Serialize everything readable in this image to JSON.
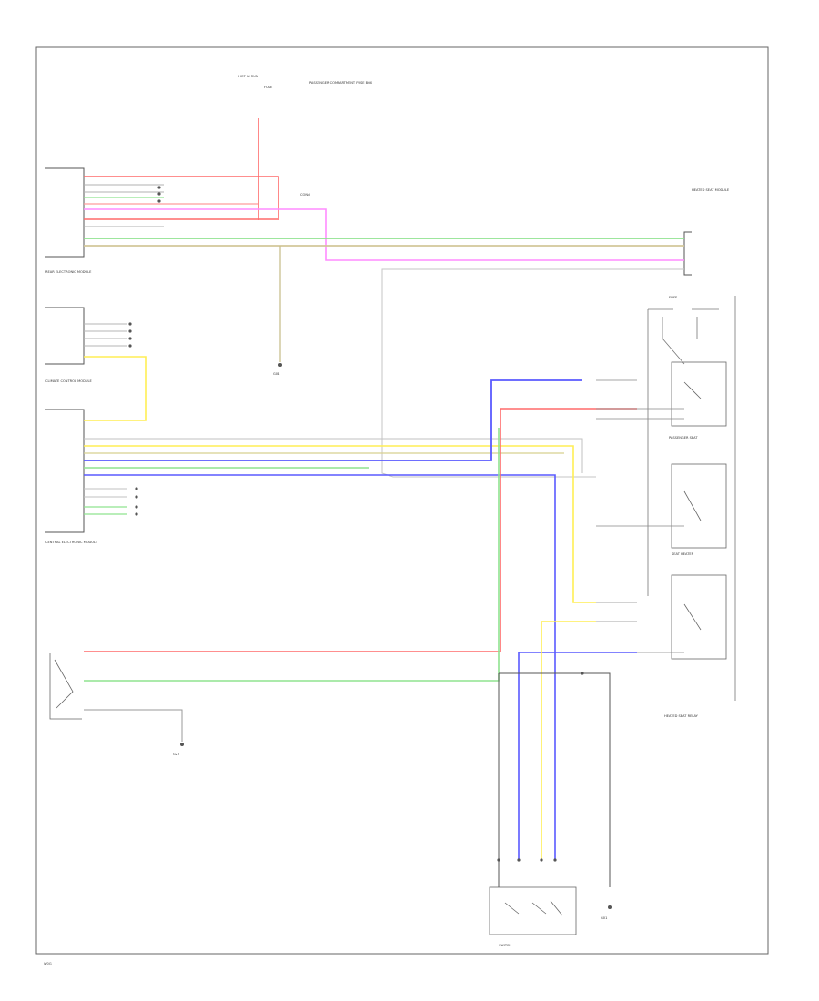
{
  "colors": {
    "red": "#ff6a6a",
    "green": "#8fe38f",
    "pink": "#ff8cff",
    "yellow": "#ffee55",
    "blue": "#5a5aff",
    "tan": "#d2c79a",
    "gray": "#b9b9b9",
    "dark": "#555555"
  },
  "labels": {
    "top_power": "HOT IN RUN",
    "top_fuse": "FUSE",
    "top_fuse_box": "PASSENGER COMPARTMENT FUSE BOX",
    "top_connector": "CONN",
    "mid_fuse": "FUSE",
    "cem": "CENTRAL ELECTRONIC MODULE",
    "rear_module": "REAR ELECTRONIC MODULE",
    "ccm": "CLIMATE CONTROL MODULE",
    "ground1": "G04",
    "ground2": "G27",
    "ground3": "G01",
    "right_top": "HEATED SEAT MODULE",
    "right_mid1": "PASSENGER SEAT",
    "right_mid2": "SEAT HEATER",
    "right_bottom": "HEATED SEAT RELAY",
    "switch_module": "SWITCH",
    "page_code": "W0G"
  }
}
